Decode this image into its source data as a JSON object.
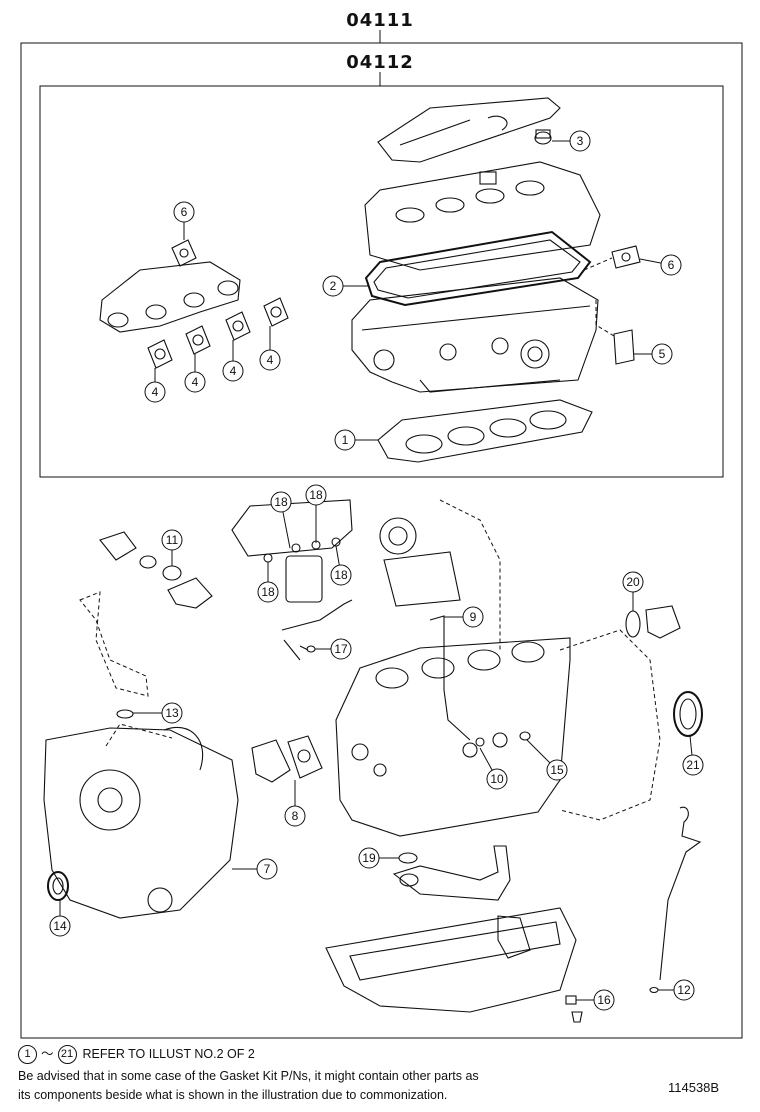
{
  "kit_outer": {
    "label": "04111"
  },
  "kit_inner": {
    "label": "04112"
  },
  "callouts": [
    {
      "num": "1",
      "name": "callout-1"
    },
    {
      "num": "2",
      "name": "callout-2"
    },
    {
      "num": "3",
      "name": "callout-3"
    },
    {
      "num": "4",
      "name": "callout-4"
    },
    {
      "num": "5",
      "name": "callout-5"
    },
    {
      "num": "6",
      "name": "callout-6"
    },
    {
      "num": "7",
      "name": "callout-7"
    },
    {
      "num": "8",
      "name": "callout-8"
    },
    {
      "num": "9",
      "name": "callout-9"
    },
    {
      "num": "10",
      "name": "callout-10"
    },
    {
      "num": "11",
      "name": "callout-11"
    },
    {
      "num": "12",
      "name": "callout-12"
    },
    {
      "num": "13",
      "name": "callout-13"
    },
    {
      "num": "14",
      "name": "callout-14"
    },
    {
      "num": "15",
      "name": "callout-15"
    },
    {
      "num": "16",
      "name": "callout-16"
    },
    {
      "num": "17",
      "name": "callout-17"
    },
    {
      "num": "18",
      "name": "callout-18"
    },
    {
      "num": "19",
      "name": "callout-19"
    },
    {
      "num": "20",
      "name": "callout-20"
    },
    {
      "num": "21",
      "name": "callout-21"
    }
  ],
  "footer": {
    "ref_from": "1",
    "ref_tilde": "～",
    "ref_to": "21",
    "ref_text": "REFER TO ILLUST NO.2 OF 2",
    "note_line1": "Be advised that in some case of the Gasket Kit P/Ns,  it might contain other parts as",
    "note_line2": "its components beside what is shown in the illustration due to commonization."
  },
  "illustration_id": "114538B"
}
